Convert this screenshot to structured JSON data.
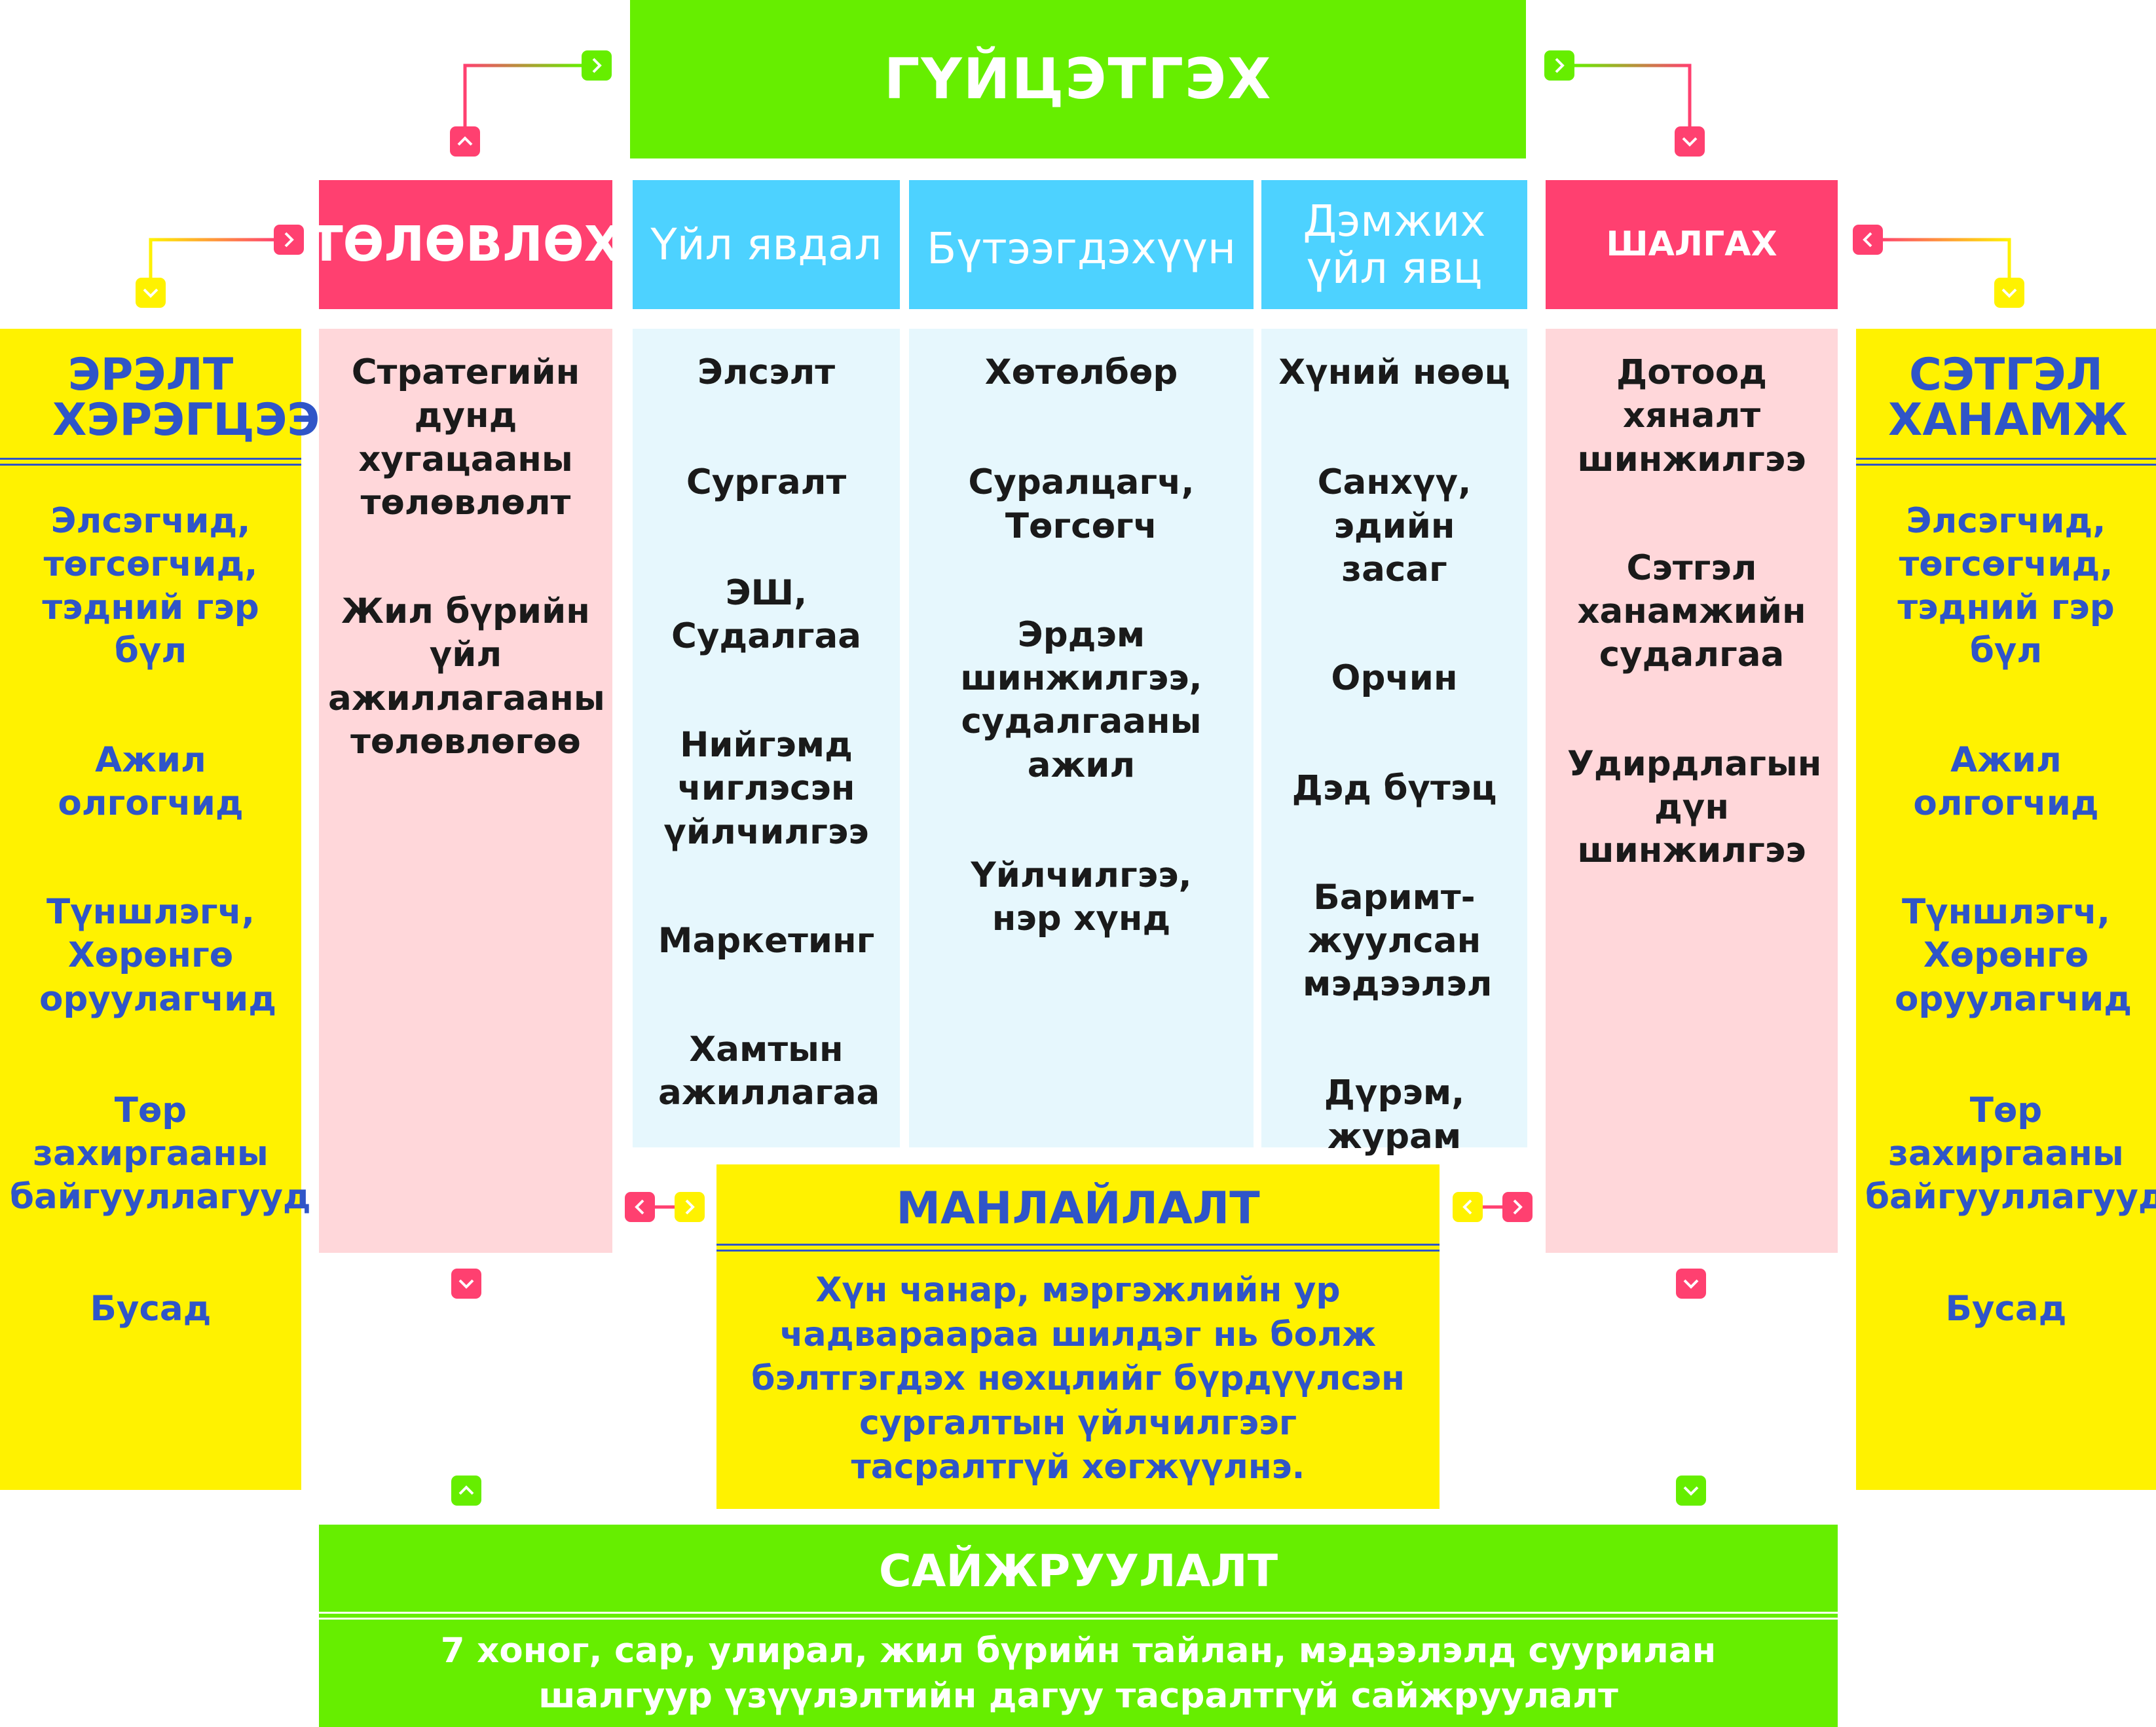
{
  "top": {
    "title": "ГҮЙЦЭТГЭХ"
  },
  "plan": {
    "title": "ТӨЛӨВЛӨХ",
    "items": [
      "Стратегийн дунд хугацааны төлөвлөлт",
      "Жил бүрийн үйл ажиллагааны төлөвлөгөө"
    ]
  },
  "process": {
    "title": "Үйл явдал",
    "items": [
      "Элсэлт",
      "Сургалт",
      "ЭШ, Судалгаа",
      "Нийгэмд чиглэсэн үйлчилгээ",
      "Маркетинг",
      "Хамтын ажиллагаа"
    ]
  },
  "product": {
    "title": "Бүтээгдэхүүн",
    "items": [
      "Хөтөлбөр",
      "Суралцагч, Төгсөгч",
      "Эрдэм шинжилгээ, судалгааны ажил",
      "Үйлчилгээ, нэр хүнд"
    ]
  },
  "support": {
    "title": "Дэмжих үйл явц",
    "items": [
      "Хүний нөөц",
      "Санхүү, эдийн засаг",
      "Орчин",
      "Дэд бүтэц",
      "Баримт- жуулсан мэдээлэл",
      "Дүрэм, журам"
    ]
  },
  "check": {
    "title": "ШАЛГАХ",
    "items": [
      "Дотоод хяналт шинжилгээ",
      "Сэтгэл ханамжийн судалгаа",
      "Удирдлагын дүн шинжилгээ"
    ]
  },
  "needs": {
    "title": "ЭРЭЛТ ХЭРЭГЦЭЭ",
    "items": [
      "Элсэгчид, төгсөгчид, тэдний гэр бүл",
      "Ажил олгогчид",
      "Түншлэгч, Хөрөнгө оруулагчид",
      "Төр захиргааны байгууллагууд",
      "Бусад"
    ]
  },
  "satisfaction": {
    "title": "СЭТГЭЛ ХАНАМЖ",
    "items": [
      "Элсэгчид, төгсөгчид, тэдний гэр бүл",
      "Ажил олгогчид",
      "Түншлэгч, Хөрөнгө оруулагчид",
      "Төр захиргааны байгууллагууд",
      "Бусад"
    ]
  },
  "leadership": {
    "title": "МАНЛАЙЛАЛТ",
    "text": "Хүн чанар, мэргэжлийн ур чадвараараа шилдэг нь болж бэлтгэгдэх нөхцлийг бүрдүүлсэн сургалтын үйлчилгээг тасралтгүй хөгжүүлнэ."
  },
  "improve": {
    "title": "САЙЖРУУЛАЛТ",
    "text": "7 хоног, сар, улирал, жил бүрийн тайлан, мэдээлэлд суурилан шалгуур үзүүлэлтийн дагуу тасралтгүй сайжруулалт"
  },
  "colors": {
    "green": "#66ee00",
    "pink": "#ff4070",
    "cyan": "#4dd2ff",
    "yellow": "#fff200",
    "blue_text": "#2f55c8",
    "pink_light": "#ffd7da",
    "cyan_light": "#e6f7fd"
  }
}
